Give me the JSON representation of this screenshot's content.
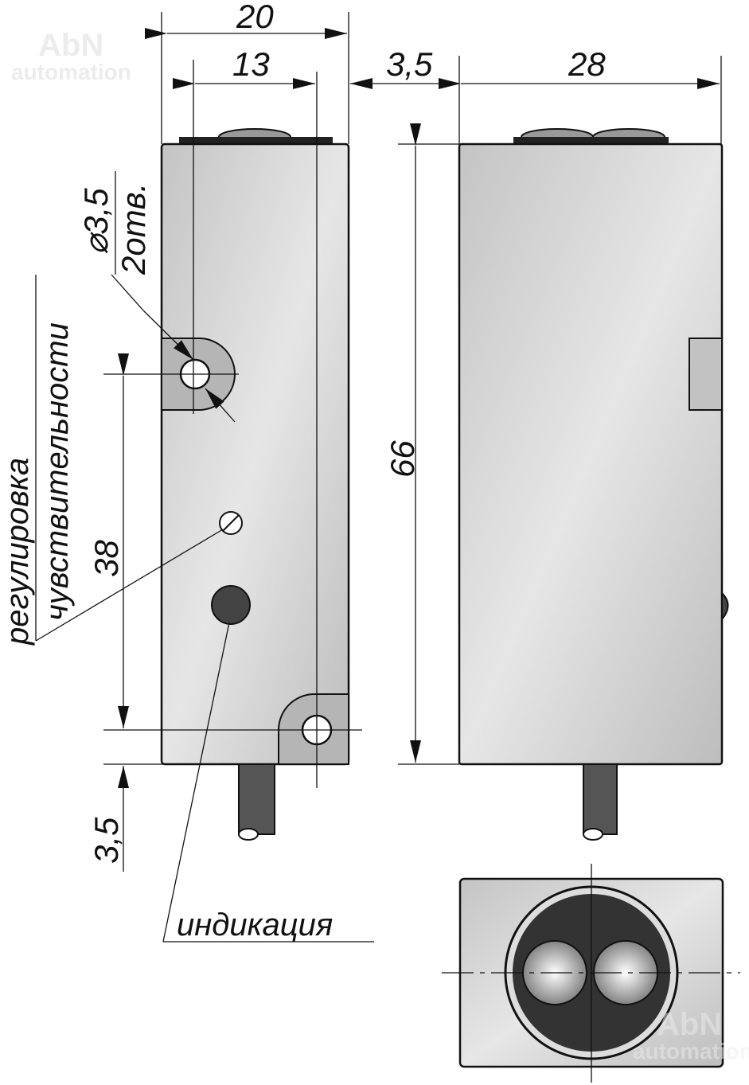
{
  "watermark": {
    "line1": "AbN",
    "line2": "automation"
  },
  "dimensions": {
    "width_front": "20",
    "hole_spacing_h": "13",
    "offset": "3,5",
    "width_side": "28",
    "height": "66",
    "hole_spacing_v": "38",
    "bottom_offset": "3,5",
    "hole_diameter": "⌀3,5",
    "hole_count": "2отв."
  },
  "labels": {
    "adjust_line1": "регулировка",
    "adjust_line2": "чувствительности",
    "indication": "индикация"
  },
  "colors": {
    "body": "#c8c8c8",
    "dark": "#333333"
  }
}
